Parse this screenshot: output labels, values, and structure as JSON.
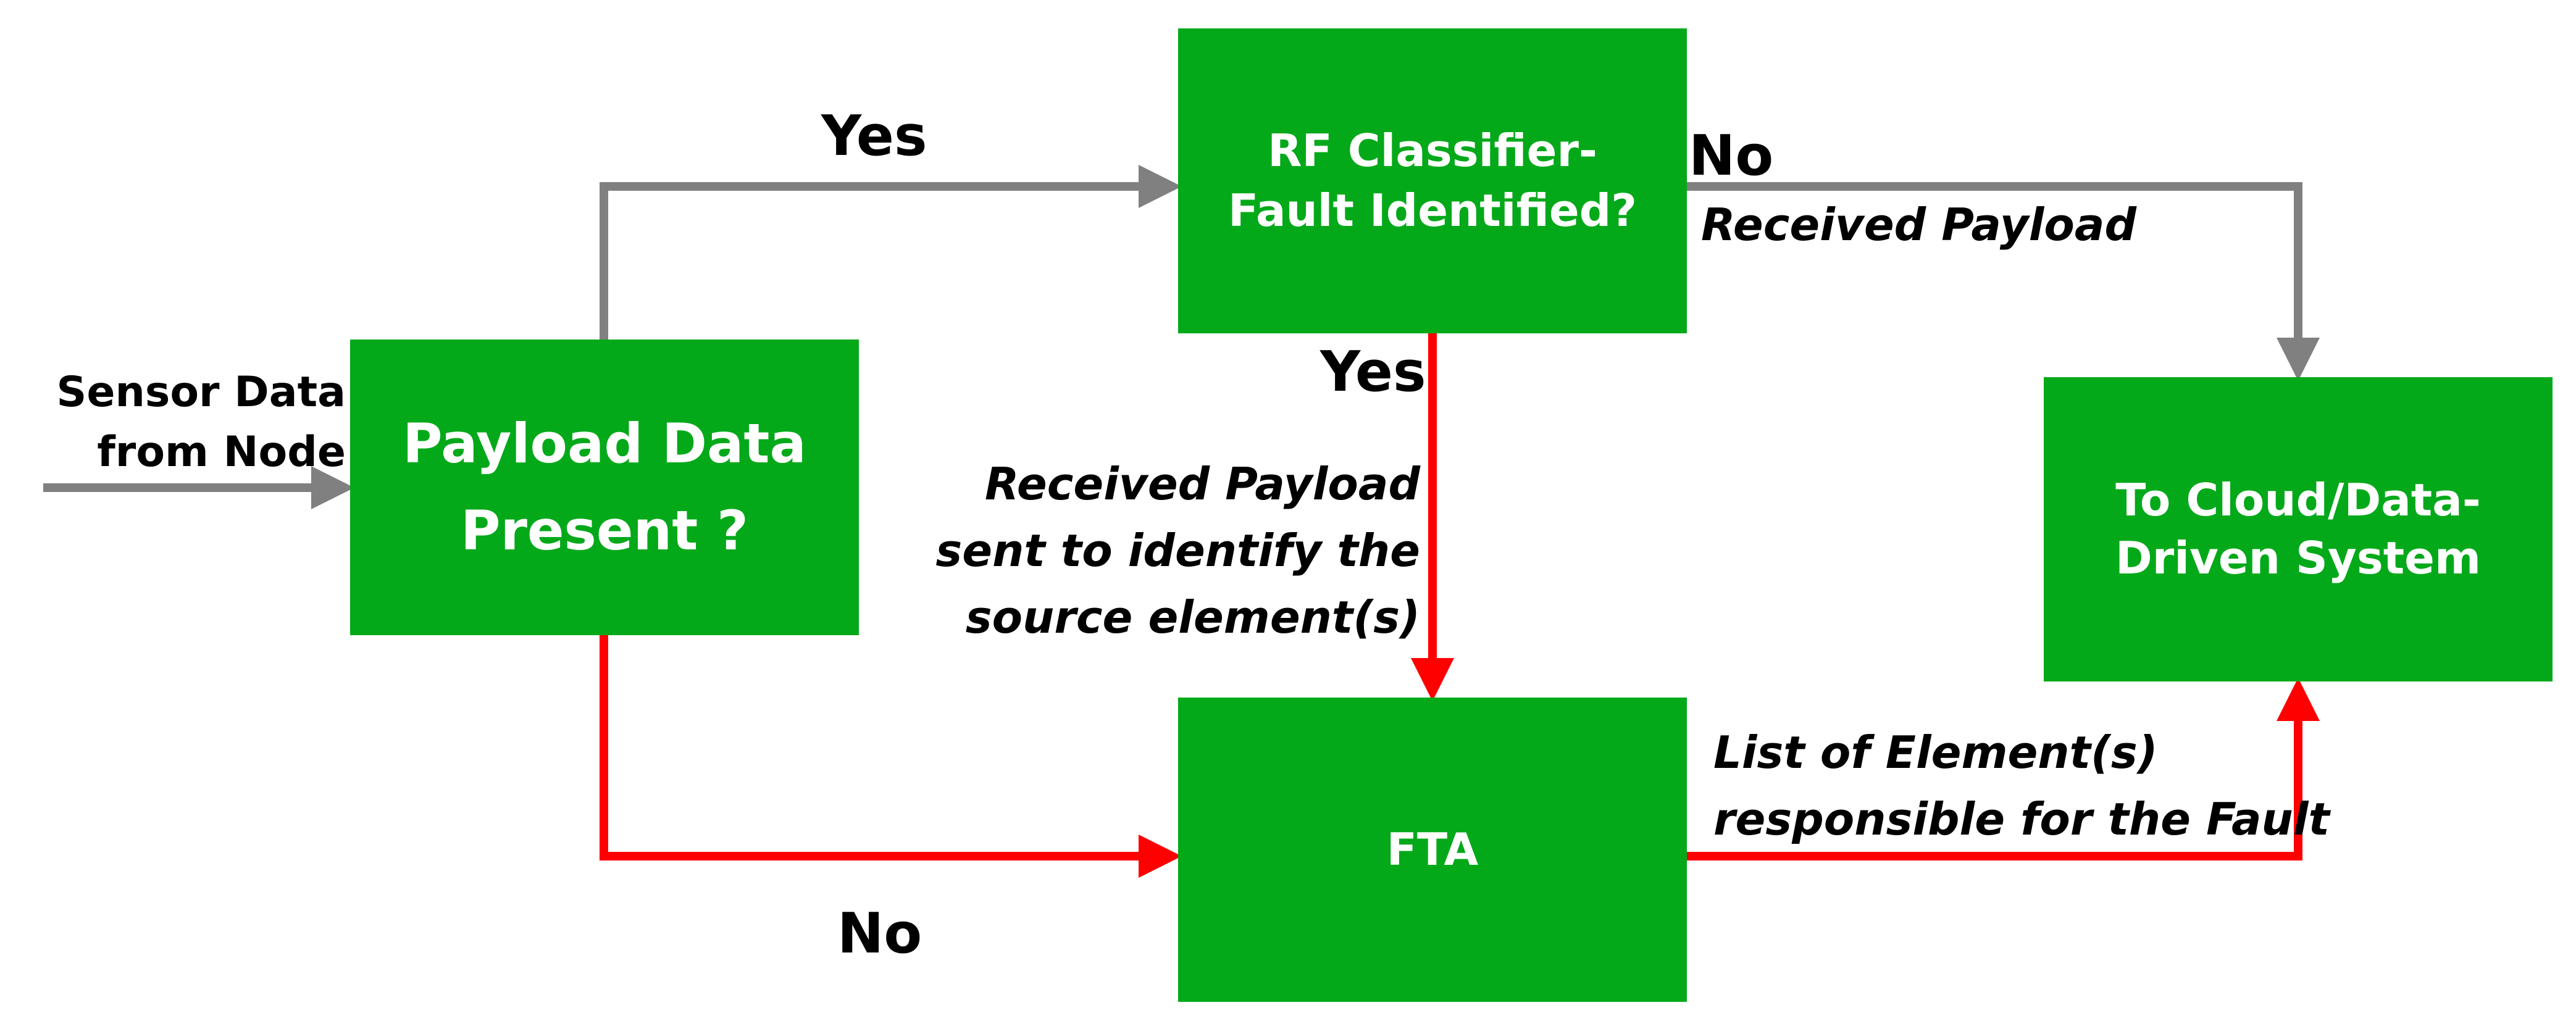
{
  "nodes": {
    "payload": "Payload Data\nPresent ?",
    "rf_classifier": "RF Classifier-\nFault Identified?",
    "fta": "FTA",
    "cloud": "To Cloud/Data-\nDriven System"
  },
  "labels": {
    "sensor_input": "Sensor Data\nfrom Node",
    "yes_top": "Yes",
    "no_top": "No",
    "received_payload_top": "Received Payload",
    "yes_mid": "Yes",
    "received_payload_mid": "Received Payload\nsent to identify the\nsource element(s)",
    "no_bottom": "No",
    "list_elements": "List of Element(s)\nresponsible for the Fault"
  },
  "colors": {
    "box_fill": "#04a91a",
    "box_text": "#ffffff",
    "arrow_gray": "#808080",
    "arrow_red": "#ff0000"
  }
}
